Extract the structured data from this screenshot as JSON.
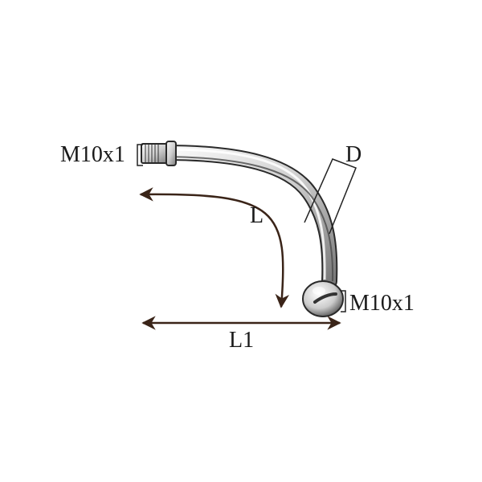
{
  "labels": {
    "thread_left": "M10x1",
    "thread_right": "M10x1",
    "diameter": "D",
    "length_curve": "L",
    "length_horizontal": "L1"
  },
  "colors": {
    "arrow": "#3a2418",
    "outline": "#2a2a2a",
    "metal_light": "#f2f2f2",
    "metal_dark": "#5a5a5a",
    "text": "#1a1a1a"
  }
}
